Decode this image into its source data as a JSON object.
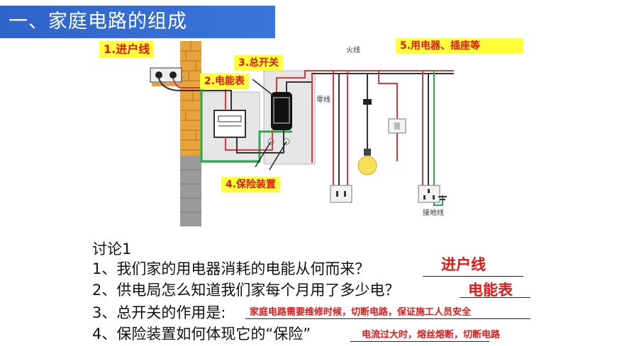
{
  "title": "一、家庭电路的组成",
  "tags": {
    "incoming_line": "1.进户线",
    "meter": "2.电能表",
    "main_switch": "3.总开关",
    "fuse": "4.保险装置",
    "appliances": "5.用电器、插座等"
  },
  "diagram_labels": {
    "live_wire": "火线",
    "neutral_wire": "零线",
    "ground_wire": "接地线"
  },
  "discussion": {
    "heading": "讨论1",
    "questions": [
      {
        "text": "1、我们家的用电器消耗的电能从何而来？",
        "answer": "进户线"
      },
      {
        "text": "2、供电局怎么知道我们家每个月用了多少电？",
        "answer": "电能表"
      },
      {
        "text": "3、总开关的作用是:",
        "answer": "家庭电路需要维修时候，切断电路，保证施工人员安全"
      },
      {
        "text": "4、保险装置如何体现它的“保险”",
        "answer": "电流过大时，熔丝熔断，切断电路"
      }
    ]
  },
  "colors": {
    "title_bg": "#3a75d9",
    "tag_bg": "#ffff3a",
    "tag_text": "#e01818",
    "live": "#d43c3c",
    "ground": "#2aa84a",
    "wall": "#e8a33c"
  }
}
